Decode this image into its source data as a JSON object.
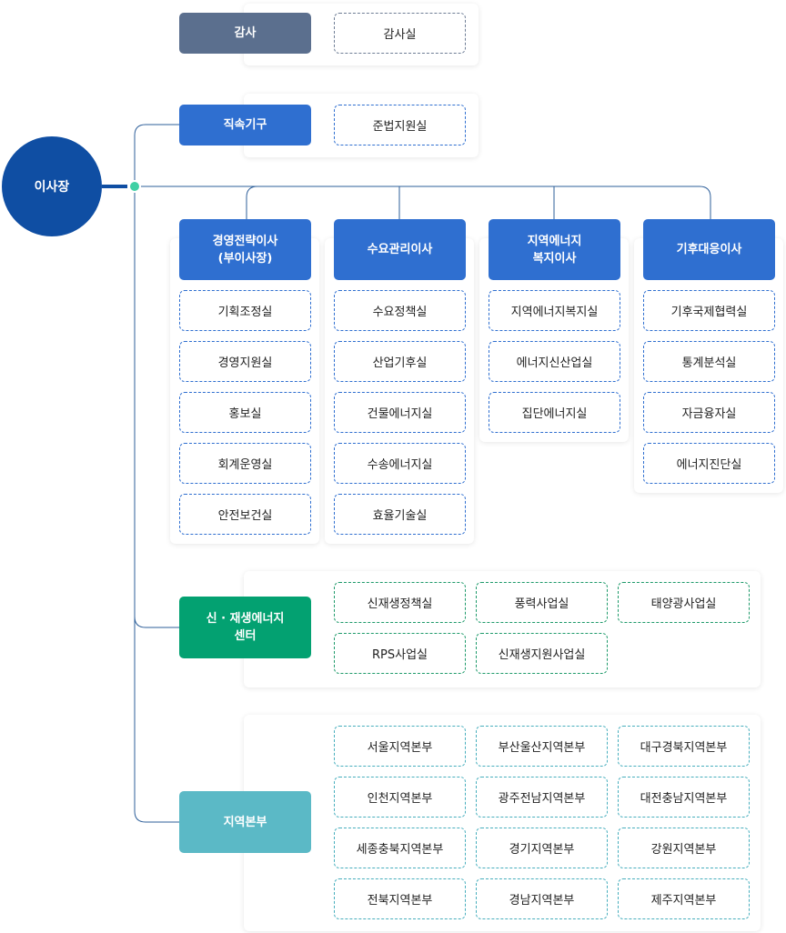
{
  "ceo": "이사장",
  "colors": {
    "ceo": "#0f4ea3",
    "audit": "#5b6f8e",
    "blue": "#2f6fd0",
    "green": "#03a171",
    "teal": "#5bb9c6",
    "line": "#2e5f9a"
  },
  "audit": {
    "head": "감사",
    "units": [
      "감사실"
    ]
  },
  "direct": {
    "head": "직속기구",
    "units": [
      "준법지원실"
    ]
  },
  "directors": [
    {
      "head_lines": [
        "경영전략이사",
        "(부이사장)"
      ],
      "units": [
        "기획조정실",
        "경영지원실",
        "홍보실",
        "회계운영실",
        "안전보건실"
      ]
    },
    {
      "head_lines": [
        "수요관리이사"
      ],
      "units": [
        "수요정책실",
        "산업기후실",
        "건물에너지실",
        "수송에너지실",
        "효율기술실"
      ]
    },
    {
      "head_lines": [
        "지역에너지",
        "복지이사"
      ],
      "units": [
        "지역에너지복지실",
        "에너지신산업실",
        "집단에너지실"
      ]
    },
    {
      "head_lines": [
        "기후대응이사"
      ],
      "units": [
        "기후국제협력실",
        "통계분석실",
        "자금융자실",
        "에너지진단실"
      ]
    }
  ],
  "renewable": {
    "head_lines": [
      "신 · 재생에너지",
      "센터"
    ],
    "units": [
      "신재생정책실",
      "풍력사업실",
      "태양광사업실",
      "RPS사업실",
      "신재생지원사업실"
    ]
  },
  "regional": {
    "head": "지역본부",
    "units": [
      "서울지역본부",
      "부산울산지역본부",
      "대구경북지역본부",
      "인천지역본부",
      "광주전남지역본부",
      "대전충남지역본부",
      "세종충북지역본부",
      "경기지역본부",
      "강원지역본부",
      "전북지역본부",
      "경남지역본부",
      "제주지역본부"
    ]
  }
}
